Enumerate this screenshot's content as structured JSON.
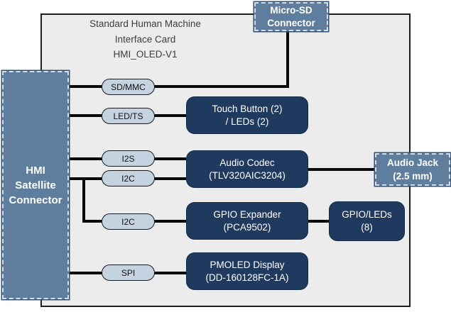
{
  "colors": {
    "steel_blue": "#5f7e9e",
    "navy": "#1f3a5e",
    "pill_fill": "#c5d2e0",
    "card_background": "#ececec",
    "wire": "#0a0a0a",
    "title_text": "#3d3d3d"
  },
  "card": {
    "title_line1": "Standard Human Machine",
    "title_line2": "Interface Card",
    "title_line3": "HMI_OLED-V1"
  },
  "connectors": {
    "hmi_satellite": {
      "line1": "HMI",
      "line2": "Satellite",
      "line3": "Connector"
    },
    "micro_sd": {
      "line1": "Micro-SD",
      "line2": "Connector"
    },
    "audio_jack": {
      "line1": "Audio Jack",
      "line2": "(2.5 mm)"
    }
  },
  "buses": {
    "sdmmc": "SD/MMC",
    "ledts": "LED/TS",
    "i2s": "I2S",
    "i2c_codec": "I2C",
    "i2c_gpio": "I2C",
    "spi": "SPI"
  },
  "components": {
    "touch_button": {
      "line1": "Touch Button (2)",
      "line2": "/ LEDs (2)"
    },
    "audio_codec": {
      "line1": "Audio Codec",
      "line2": "(TLV320AIC3204)"
    },
    "gpio_expander": {
      "line1": "GPIO Expander",
      "line2": "(PCA9502)"
    },
    "pmoled_display": {
      "line1": "PMOLED Display",
      "line2": "(DD-160128FC-1A)"
    },
    "gpio_leds": {
      "line1": "GPIO/LEDs",
      "line2": "(8)"
    }
  }
}
